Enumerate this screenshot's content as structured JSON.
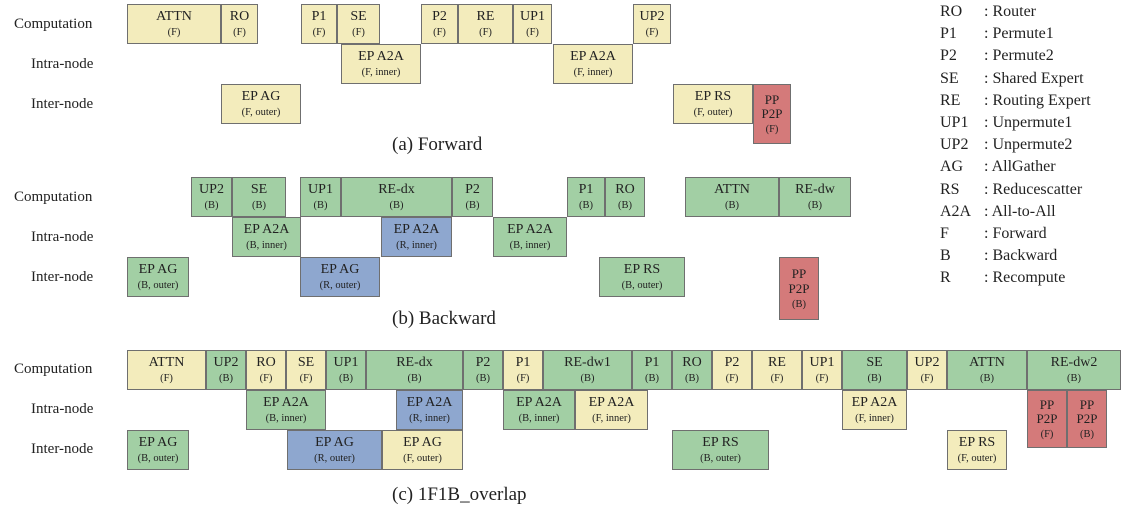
{
  "colors": {
    "forward": "#f3ecbc",
    "backward": "#a2cfa4",
    "recompute": "#8ea7cf",
    "pp": "#d47a7a"
  },
  "row_labels": {
    "computation": "Computation",
    "intra": "Intra-node",
    "inter": "Inter-node"
  },
  "captions": {
    "forward": "(a) Forward",
    "backward": "(b) Backward",
    "overlap": "(c) 1F1B_overlap"
  },
  "legend": [
    {
      "abbr": "RO",
      "desc": ": Router"
    },
    {
      "abbr": "P1",
      "desc": ": Permute1"
    },
    {
      "abbr": "P2",
      "desc": ": Permute2"
    },
    {
      "abbr": "SE",
      "desc": ": Shared Expert"
    },
    {
      "abbr": "RE",
      "desc": ": Routing Expert"
    },
    {
      "abbr": "UP1",
      "desc": ": Unpermute1"
    },
    {
      "abbr": "UP2",
      "desc": ": Unpermute2"
    },
    {
      "abbr": "AG",
      "desc": ": AllGather"
    },
    {
      "abbr": "RS",
      "desc": ": Reducescatter"
    },
    {
      "abbr": "A2A",
      "desc": ": All-to-All"
    },
    {
      "abbr": "F",
      "desc": ": Forward"
    },
    {
      "abbr": "B",
      "desc": ": Backward"
    },
    {
      "abbr": "R",
      "desc": ": Recompute"
    }
  ],
  "panels": {
    "forward": {
      "computation": [
        {
          "main": "ATTN",
          "sub": "(F)",
          "kind": "forward"
        },
        {
          "main": "RO",
          "sub": "(F)",
          "kind": "forward"
        },
        {
          "main": "P1",
          "sub": "(F)",
          "kind": "forward"
        },
        {
          "main": "SE",
          "sub": "(F)",
          "kind": "forward"
        },
        {
          "main": "P2",
          "sub": "(F)",
          "kind": "forward"
        },
        {
          "main": "RE",
          "sub": "(F)",
          "kind": "forward"
        },
        {
          "main": "UP1",
          "sub": "(F)",
          "kind": "forward"
        },
        {
          "main": "UP2",
          "sub": "(F)",
          "kind": "forward"
        }
      ],
      "intra": [
        {
          "main": "EP A2A",
          "sub": "(F, inner)",
          "kind": "forward"
        },
        {
          "main": "EP A2A",
          "sub": "(F, inner)",
          "kind": "forward"
        }
      ],
      "inter": [
        {
          "main": "EP AG",
          "sub": "(F, outer)",
          "kind": "forward"
        },
        {
          "main": "EP RS",
          "sub": "(F, outer)",
          "kind": "forward"
        },
        {
          "main": "PP\nP2P",
          "sub": "(F)",
          "kind": "pp"
        }
      ]
    },
    "backward": {
      "computation": [
        {
          "main": "UP2",
          "sub": "(B)",
          "kind": "backward"
        },
        {
          "main": "SE",
          "sub": "(B)",
          "kind": "backward"
        },
        {
          "main": "UP1",
          "sub": "(B)",
          "kind": "backward"
        },
        {
          "main": "RE-dx",
          "sub": "(B)",
          "kind": "backward"
        },
        {
          "main": "P2",
          "sub": "(B)",
          "kind": "backward"
        },
        {
          "main": "P1",
          "sub": "(B)",
          "kind": "backward"
        },
        {
          "main": "RO",
          "sub": "(B)",
          "kind": "backward"
        },
        {
          "main": "ATTN",
          "sub": "(B)",
          "kind": "backward"
        },
        {
          "main": "RE-dw",
          "sub": "(B)",
          "kind": "backward"
        }
      ],
      "intra": [
        {
          "main": "EP A2A",
          "sub": "(B, inner)",
          "kind": "backward"
        },
        {
          "main": "EP A2A",
          "sub": "(R, inner)",
          "kind": "recompute"
        },
        {
          "main": "EP A2A",
          "sub": "(B, inner)",
          "kind": "backward"
        }
      ],
      "inter": [
        {
          "main": "EP AG",
          "sub": "(B, outer)",
          "kind": "backward"
        },
        {
          "main": "EP AG",
          "sub": "(R, outer)",
          "kind": "recompute"
        },
        {
          "main": "EP RS",
          "sub": "(B, outer)",
          "kind": "backward"
        },
        {
          "main": "PP\nP2P",
          "sub": "(B)",
          "kind": "pp"
        }
      ]
    },
    "overlap": {
      "computation": [
        {
          "main": "ATTN",
          "sub": "(F)",
          "kind": "forward"
        },
        {
          "main": "UP2",
          "sub": "(B)",
          "kind": "backward"
        },
        {
          "main": "RO",
          "sub": "(F)",
          "kind": "forward"
        },
        {
          "main": "SE",
          "sub": "(F)",
          "kind": "forward"
        },
        {
          "main": "UP1",
          "sub": "(B)",
          "kind": "backward"
        },
        {
          "main": "RE-dx",
          "sub": "(B)",
          "kind": "backward"
        },
        {
          "main": "P2",
          "sub": "(B)",
          "kind": "backward"
        },
        {
          "main": "P1",
          "sub": "(F)",
          "kind": "forward"
        },
        {
          "main": "RE-dw1",
          "sub": "(B)",
          "kind": "backward"
        },
        {
          "main": "P1",
          "sub": "(B)",
          "kind": "backward"
        },
        {
          "main": "RO",
          "sub": "(B)",
          "kind": "backward"
        },
        {
          "main": "P2",
          "sub": "(F)",
          "kind": "forward"
        },
        {
          "main": "RE",
          "sub": "(F)",
          "kind": "forward"
        },
        {
          "main": "UP1",
          "sub": "(F)",
          "kind": "forward"
        },
        {
          "main": "SE",
          "sub": "(B)",
          "kind": "backward"
        },
        {
          "main": "UP2",
          "sub": "(F)",
          "kind": "forward"
        },
        {
          "main": "ATTN",
          "sub": "(B)",
          "kind": "backward"
        },
        {
          "main": "RE-dw2",
          "sub": "(B)",
          "kind": "backward"
        }
      ],
      "intra": [
        {
          "main": "EP A2A",
          "sub": "(B, inner)",
          "kind": "backward"
        },
        {
          "main": "EP A2A",
          "sub": "(R, inner)",
          "kind": "recompute"
        },
        {
          "main": "EP A2A",
          "sub": "(B, inner)",
          "kind": "backward"
        },
        {
          "main": "EP A2A",
          "sub": "(F, inner)",
          "kind": "forward"
        },
        {
          "main": "EP A2A",
          "sub": "(F, inner)",
          "kind": "forward"
        },
        {
          "main": "PP\nP2P",
          "sub": "(F)",
          "kind": "pp"
        },
        {
          "main": "PP\nP2P",
          "sub": "(B)",
          "kind": "pp"
        }
      ],
      "inter": [
        {
          "main": "EP AG",
          "sub": "(B, outer)",
          "kind": "backward"
        },
        {
          "main": "EP AG",
          "sub": "(R, outer)",
          "kind": "recompute"
        },
        {
          "main": "EP AG",
          "sub": "(F, outer)",
          "kind": "forward"
        },
        {
          "main": "EP RS",
          "sub": "(B, outer)",
          "kind": "backward"
        },
        {
          "main": "EP RS",
          "sub": "(F, outer)",
          "kind": "forward"
        }
      ]
    }
  }
}
